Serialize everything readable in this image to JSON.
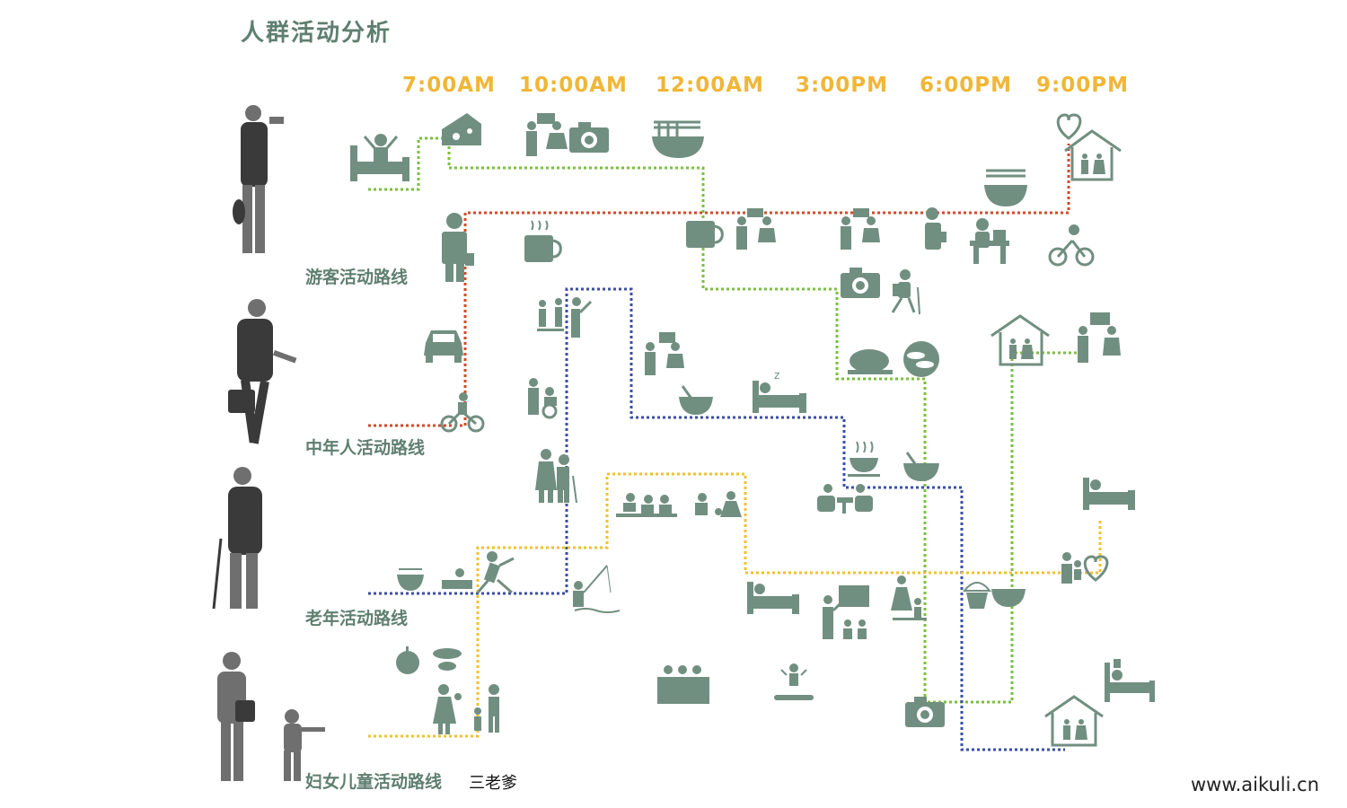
{
  "title": "人群活动分析",
  "times": [
    "7:00AM",
    "10:00AM",
    "12:00AM",
    "3:00PM",
    "6:00PM",
    "9:00PM"
  ],
  "routes": [
    {
      "label": "游客活动路线",
      "color": "#7bbf3f"
    },
    {
      "label": "中年人活动路线",
      "color": "#d24a2a"
    },
    {
      "label": "老年活动路线",
      "color": "#3a4fa8"
    },
    {
      "label": "妇女儿童活动路线",
      "color": "#f2c12e"
    }
  ],
  "author": "三老爹",
  "watermark": "www.aikuli.cn",
  "colors": {
    "icon": "#718f80",
    "title": "#5f7f70",
    "time": "#f0b637"
  }
}
